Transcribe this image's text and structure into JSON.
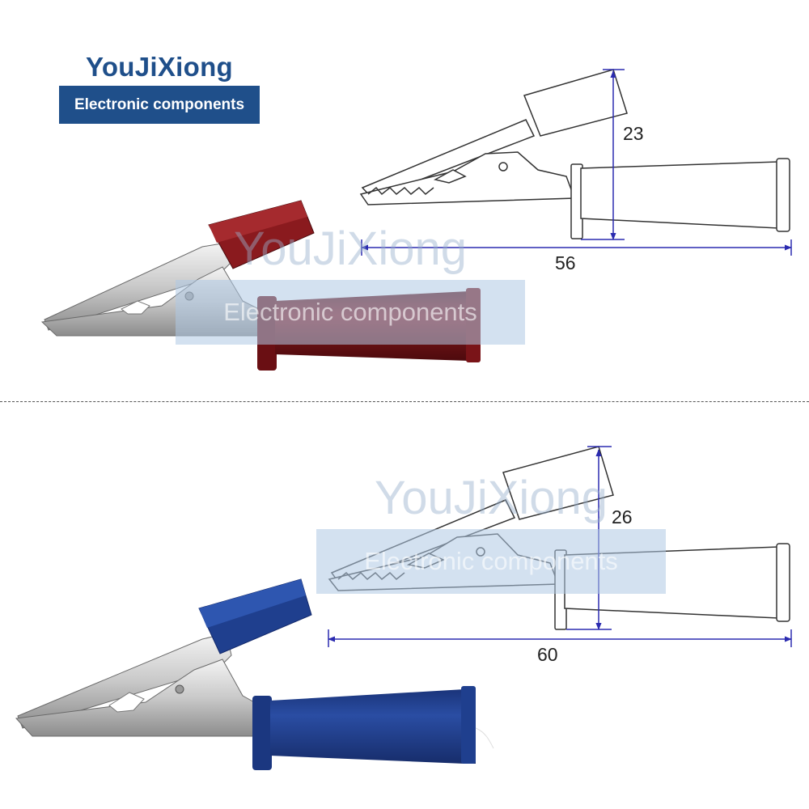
{
  "brand": {
    "name": "YouJiXiong",
    "tagline": "Electronic components"
  },
  "watermark": {
    "name": "YouJiXiong",
    "tagline": "Electronic components"
  },
  "clips": [
    {
      "color": "#7a1418",
      "height": "23",
      "length": "56"
    },
    {
      "color": "#1f3f8e",
      "height": "26",
      "length": "60"
    }
  ],
  "dimension_line_color": "#2b2bb0"
}
